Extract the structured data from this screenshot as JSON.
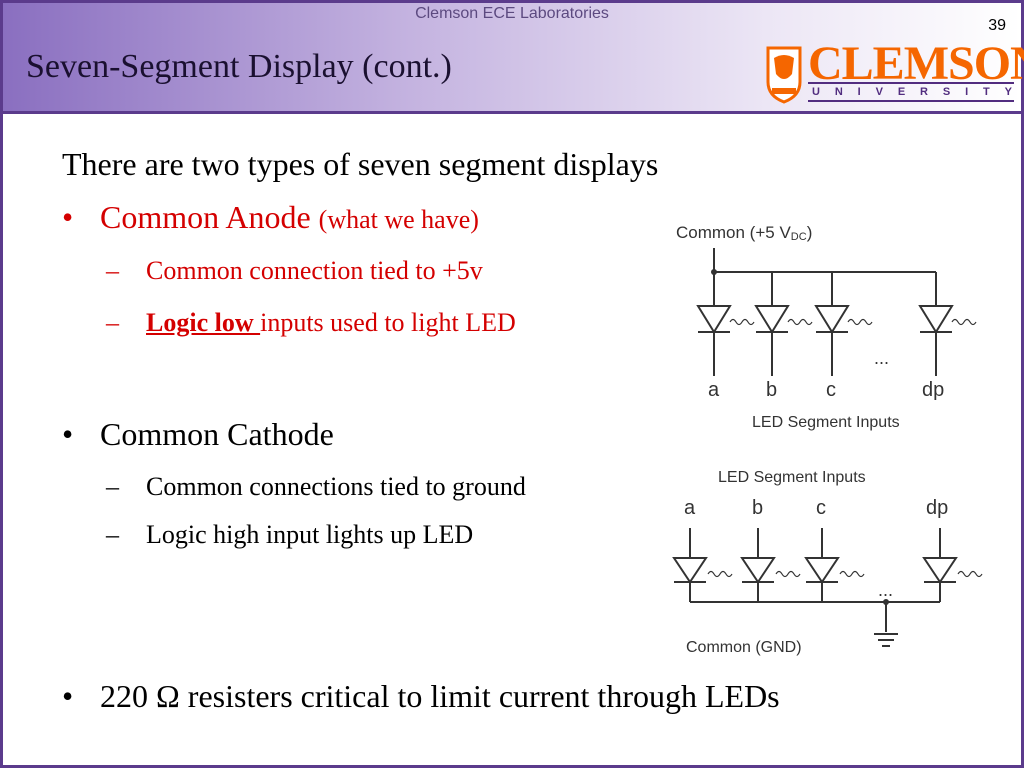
{
  "header": {
    "lab_title": "Clemson ECE Laboratories",
    "page_number": "39",
    "slide_title": "Seven-Segment Display (cont.)",
    "logo": {
      "wordmark": "CLEMSON",
      "sub": [
        "U",
        "N",
        "I",
        "V",
        "E",
        "R",
        "S",
        "I",
        "T",
        "Y"
      ]
    }
  },
  "body": {
    "intro": "There are two types of seven segment displays",
    "anode": {
      "label": "Common Anode",
      "note": "(what we have)",
      "sub1": "Common connection tied to +5v",
      "sub2_bold": "Logic low ",
      "sub2_rest": "inputs used to light LED"
    },
    "cathode": {
      "label": "Common Cathode",
      "sub1": "Common connections tied to ground",
      "sub2": "Logic high input lights up LED"
    },
    "resistor": "220 Ω resisters critical to limit current through LEDs"
  },
  "diagram_anode": {
    "common_label": "Common (+5 V",
    "common_sub": "DC",
    "common_close": ")",
    "segments": [
      "a",
      "b",
      "c",
      "dp"
    ],
    "ellipsis": "...",
    "caption": "LED Segment Inputs"
  },
  "diagram_cathode": {
    "caption": "LED Segment Inputs",
    "segments": [
      "a",
      "b",
      "c",
      "dp"
    ],
    "ellipsis": "...",
    "common_label": "Common (GND)"
  },
  "colors": {
    "frame": "#5b3b8c",
    "accent_red": "#d40000",
    "clemson_orange": "#f56600",
    "clemson_purple": "#522d80"
  }
}
